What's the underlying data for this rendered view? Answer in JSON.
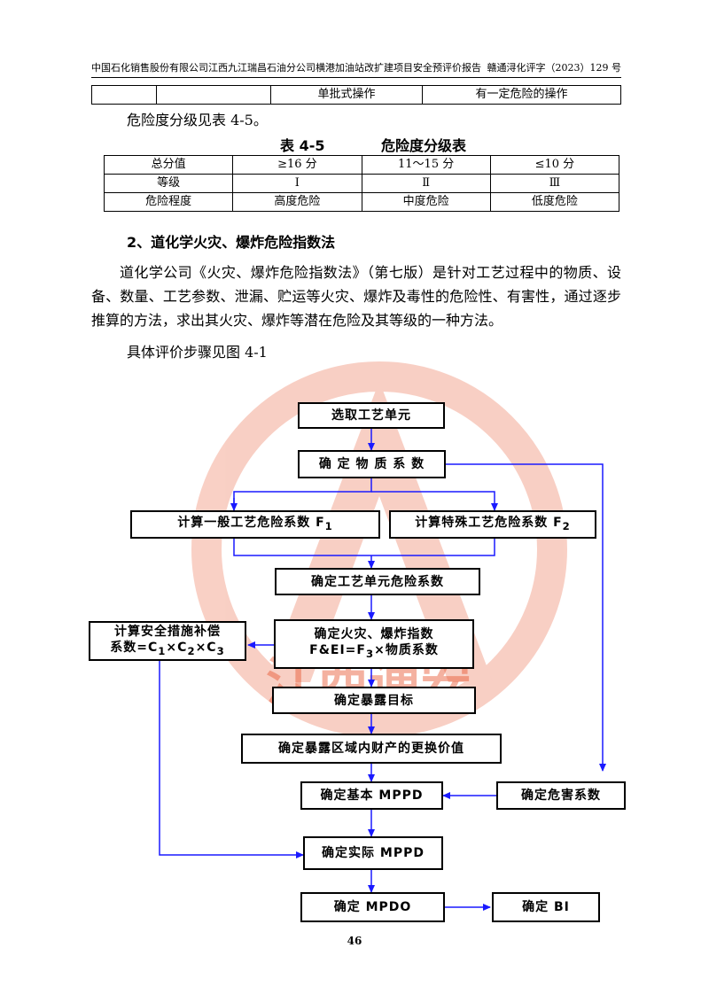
{
  "header": {
    "left": "中国石化销售股份有限公司江西九江瑞昌石油分公司横港加油站改扩建项目安全预评价报告",
    "right": "赣通浔化评字（2023）129 号"
  },
  "top_table_row": [
    "",
    "",
    "单批式操作",
    "有一定危险的操作"
  ],
  "levels_intro": "危险度分级见表 4-5。",
  "levels_table": {
    "number": "表 4-5",
    "title": "危险度分级表",
    "rows": [
      [
        "总分值",
        "≥16 分",
        "11～15 分",
        "≤10 分"
      ],
      [
        "等级",
        "Ⅰ",
        "Ⅱ",
        "Ⅲ"
      ],
      [
        "危险程度",
        "高度危险",
        "中度危险",
        "低度危险"
      ]
    ]
  },
  "section": {
    "title": "2、道化学火灾、爆炸危险指数法",
    "paragraph": "道化学公司《火灾、爆炸危险指数法》（第七版）是针对工艺过程中的物质、设备、数量、工艺参数、泄漏、贮运等火灾、爆炸及毒性的危险性、有害性，通过逐步推算的方法，求出其火灾、爆炸等潜在危险及其等级的一种方法。",
    "steps_ref": "具体评价步骤见图 4-1"
  },
  "flowchart": {
    "select_unit": "选取工艺单元",
    "material_factor": "确 定 物 质 系 数",
    "f1_prefix": "计算一般工艺危险系数 F",
    "f1_sub": "1",
    "f2_prefix": "计算特殊工艺危险系数 F",
    "f2_sub": "2",
    "unit_hazard": "确定工艺单元危险系数",
    "fei_line1": "确定火灾、爆炸指数",
    "fei_line2_a": "F&EI=F",
    "fei_line2_sub": "3",
    "fei_line2_b": "×物质系数",
    "safety_line1": "计算安全措施补偿",
    "safety_a": "系数=C",
    "safety_sub1": "1",
    "safety_b": "×C",
    "safety_sub2": "2",
    "safety_c": "×C",
    "safety_sub3": "3",
    "exposure_target": "确定暴露目标",
    "replacement_value": "确定暴露区域内财产的更换价值",
    "basic_mppd": "确定基本 MPPD",
    "damage_factor": "确定危害系数",
    "actual_mppd": "确定实际 MPPD",
    "mpdo": "确定 MPDO",
    "bi": "确定 BI"
  },
  "watermark": {
    "text": "江西通安",
    "color": "#e8552f"
  },
  "page_number": "46",
  "colors": {
    "arrow": "#1a1aff",
    "border": "#000000"
  }
}
